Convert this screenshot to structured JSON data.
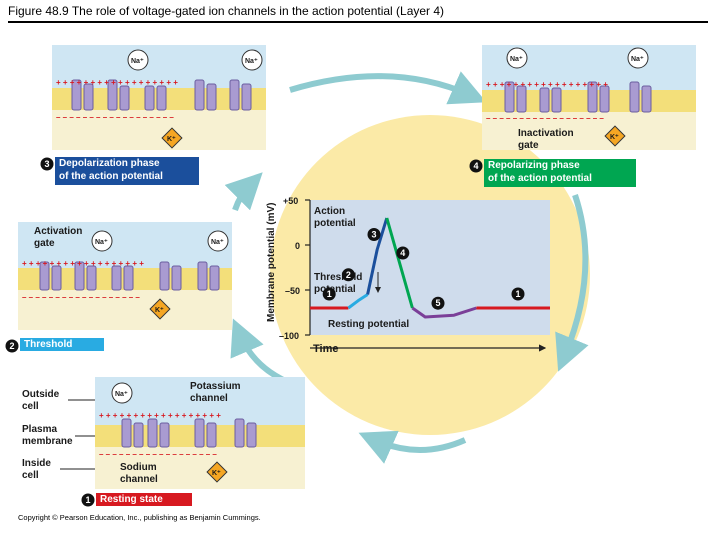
{
  "title": "Figure 48.9 The role of voltage-gated ion channels in the action potential (Layer 4)",
  "copyright": "Copyright © Pearson Education, Inc., publishing as Benjamin Cummings.",
  "ions": {
    "na": "Na⁺",
    "k": "K⁺"
  },
  "membrane_signs": {
    "plus": "+ + + + + + + + + + + + + + + + + +",
    "minus": "– – – – – – – – – – – – – – – – – –"
  },
  "steps": {
    "s1": {
      "num": "1",
      "label": "Resting state"
    },
    "s2": {
      "num": "2",
      "label": "Threshold"
    },
    "s3": {
      "num": "3",
      "label_line1": "Depolarization phase",
      "label_line2": "of the action potential"
    },
    "s4": {
      "num": "4",
      "label_line1": "Repolarizing phase",
      "label_line2": "of the action potential"
    },
    "s5": {
      "num": "5"
    }
  },
  "callouts": {
    "activation_gate": [
      "Activation",
      "gate"
    ],
    "inactivation_gate": [
      "Inactivation",
      "gate"
    ],
    "outside_cell": [
      "Outside",
      "cell"
    ],
    "plasma_membrane": [
      "Plasma",
      "membrane"
    ],
    "inside_cell": [
      "Inside",
      "cell"
    ],
    "potassium_channel": [
      "Potassium",
      "channel"
    ],
    "sodium_channel": [
      "Sodium",
      "channel"
    ]
  },
  "colors": {
    "step1": "#d71920",
    "step2": "#29abe2",
    "step3": "#1b4f9c",
    "step4": "#00a651",
    "step5": "#7b3f98",
    "membrane": "#f3df7a",
    "channel": "#a99bd1",
    "cycle_arrow": "#8ecbd0",
    "graph_bg": "#cfdcec"
  },
  "chart_data": {
    "type": "line",
    "ylabel": "Membrane potential (mV)",
    "xlabel": "Time",
    "ylim": [
      -100,
      50
    ],
    "yticks": [
      "+50",
      "0",
      "–50",
      "–100"
    ],
    "annotations": [
      "Action potential",
      "Threshold potential",
      "Resting potential"
    ],
    "phase_markers": [
      "1",
      "2",
      "3",
      "4",
      "5",
      "1"
    ],
    "series": [
      {
        "phase": "1",
        "x": [
          0,
          12
        ],
        "y": [
          -70,
          -70
        ]
      },
      {
        "phase": "2",
        "x": [
          12,
          15,
          18
        ],
        "y": [
          -70,
          -62,
          -55
        ]
      },
      {
        "phase": "3",
        "x": [
          18,
          21,
          24
        ],
        "y": [
          -55,
          -5,
          30
        ]
      },
      {
        "phase": "4",
        "x": [
          24,
          28,
          32
        ],
        "y": [
          30,
          -20,
          -70
        ]
      },
      {
        "phase": "5",
        "x": [
          32,
          36,
          45,
          52
        ],
        "y": [
          -70,
          -80,
          -78,
          -70
        ]
      },
      {
        "phase": "1",
        "x": [
          52,
          75
        ],
        "y": [
          -70,
          -70
        ]
      }
    ]
  }
}
